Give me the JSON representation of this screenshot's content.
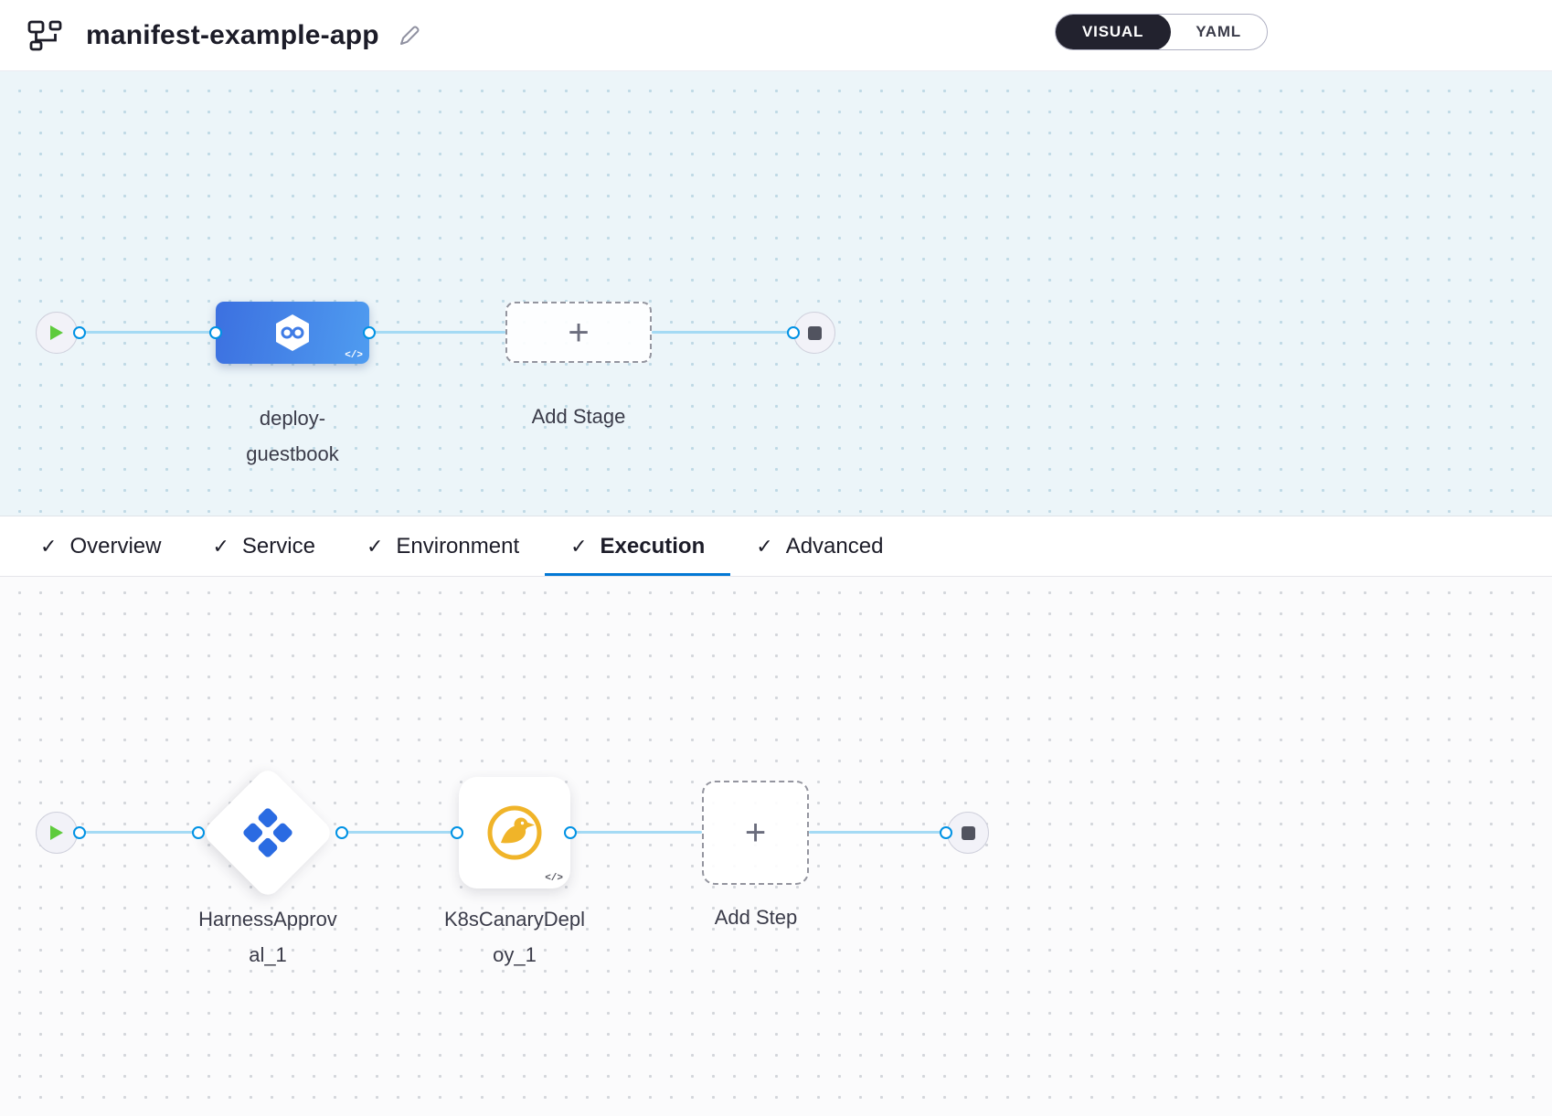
{
  "header": {
    "title": "manifest-example-app",
    "toggle": {
      "visual": "VISUAL",
      "yaml": "YAML"
    }
  },
  "icons": {
    "check": "✓",
    "plus": "+",
    "code_badge": "</>"
  },
  "stage_graph": {
    "stage_label_line1": "deploy-",
    "stage_label_line2": "guestbook",
    "add_stage_label": "Add Stage"
  },
  "tabs": [
    {
      "label": "Overview",
      "checked": true,
      "active": false
    },
    {
      "label": "Service",
      "checked": true,
      "active": false
    },
    {
      "label": "Environment",
      "checked": true,
      "active": false
    },
    {
      "label": "Execution",
      "checked": true,
      "active": true
    },
    {
      "label": "Advanced",
      "checked": true,
      "active": false
    }
  ],
  "execution_graph": {
    "step1_label_line1": "HarnessApprov",
    "step1_label_line2": "al_1",
    "step2_label_line1": "K8sCanaryDepl",
    "step2_label_line2": "oy_1",
    "add_step_label": "Add Step"
  },
  "colors": {
    "accent_blue": "#0278d5",
    "link_dot_blue": "#0092e4",
    "edge_blue": "#a4daf4",
    "stage_blue": "#3f7ce6",
    "play_green": "#5ecb3c",
    "canary_yellow": "#f0b429",
    "approval_blue": "#2a6be2"
  }
}
